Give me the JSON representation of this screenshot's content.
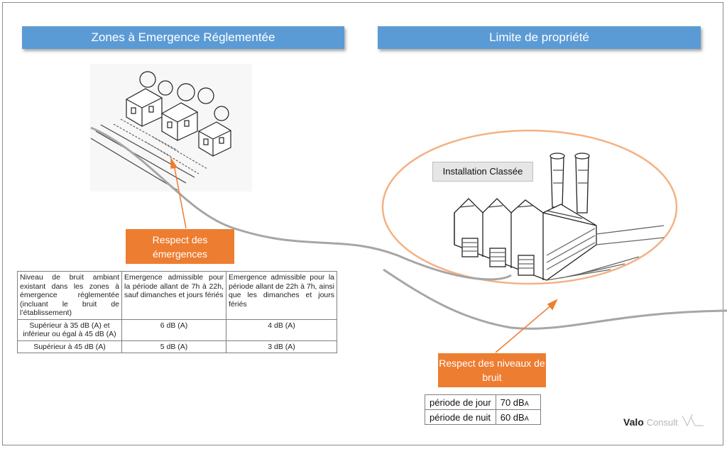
{
  "banners": {
    "left": "Zones à Emergence Réglementée",
    "right": "Limite de propriété"
  },
  "labels": {
    "installation": "Installation Classée",
    "respect_emergences": "Respect des émergences",
    "respect_niveaux": "Respect des niveaux de bruit"
  },
  "emergence_table": {
    "headers": [
      "Niveau de bruit ambiant existant dans les zones à émergence réglementée (incluant le bruit de l’établissement)",
      "Emergence admissible pour la période allant de 7h à 22h, sauf dimanches et jours fériés",
      "Emergence admissible pour la période allant de 22h à 7h, ainsi que les dimanches et jours fériés"
    ],
    "rows": [
      [
        "Supérieur à 35 dB (A) et inférieur ou égal à 45 dB (A)",
        "6 dB (A)",
        "4 dB (A)"
      ],
      [
        "Supérieur à 45 dB (A)",
        "5 dB (A)",
        "3 dB (A)"
      ]
    ]
  },
  "niveaux_table": {
    "rows": [
      {
        "label": "période de jour",
        "value": "70 dB",
        "unit": "A"
      },
      {
        "label": "période de nuit",
        "value": "60 dB",
        "unit": "A"
      }
    ]
  },
  "brand": {
    "name": "Valo",
    "suffix": "Consult"
  },
  "colors": {
    "banner": "#5b9bd5",
    "accent": "#ed7d31",
    "boundary": "#a6a6a6"
  }
}
